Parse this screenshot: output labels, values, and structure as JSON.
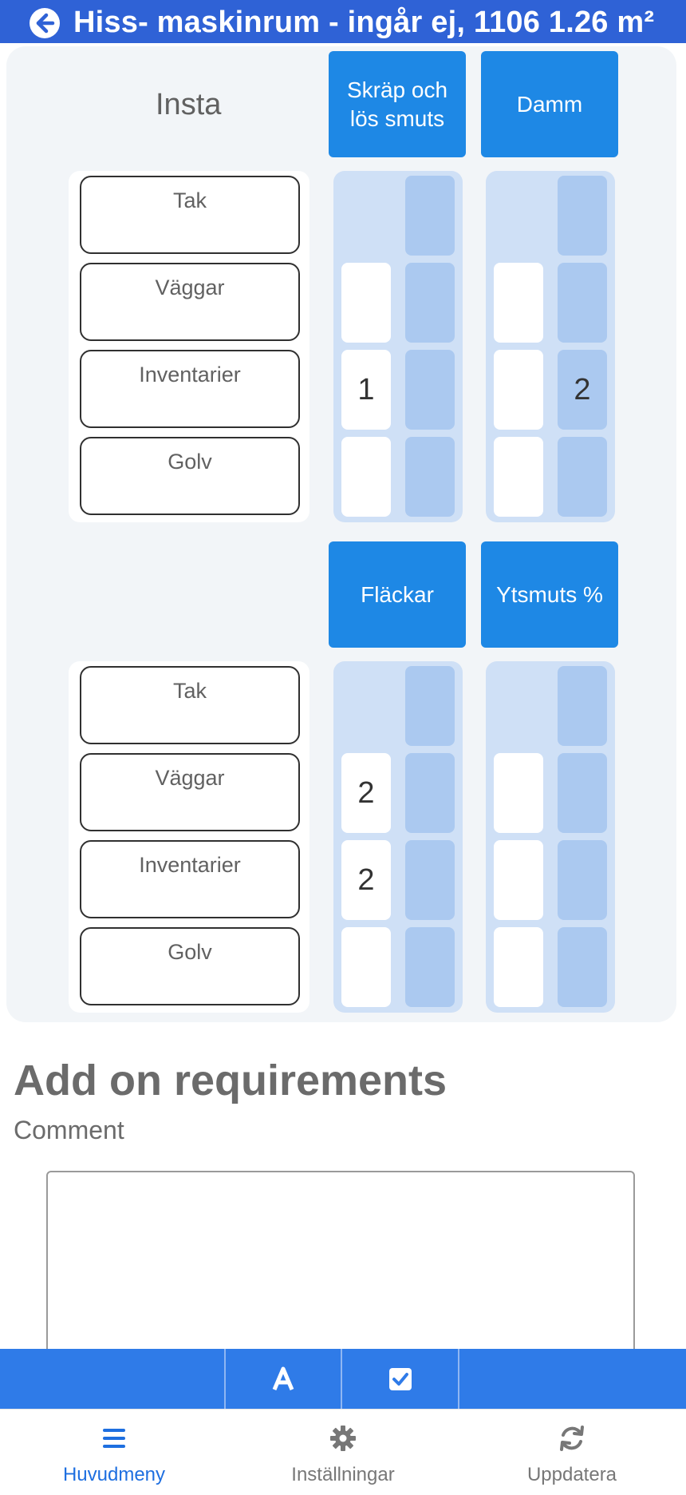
{
  "header": {
    "title": "Hiss- maskinrum - ingår ej, 1106  1.26 m²",
    "back_icon": "arrow-left-circle-icon"
  },
  "grid_sections": [
    {
      "row_header_label": "Insta",
      "columns": [
        {
          "label": "Skräp och lös smuts",
          "cells": [
            {
              "l": "",
              "r": ""
            },
            {
              "l": "",
              "r": ""
            },
            {
              "l": "1",
              "r": ""
            },
            {
              "l": "",
              "r": ""
            }
          ]
        },
        {
          "label": "Damm",
          "cells": [
            {
              "l": "",
              "r": ""
            },
            {
              "l": "",
              "r": ""
            },
            {
              "l": "",
              "r": "2"
            },
            {
              "l": "",
              "r": ""
            }
          ]
        }
      ],
      "rows": [
        "Tak",
        "Väggar",
        "Inventarier",
        "Golv"
      ]
    },
    {
      "row_header_label": "",
      "columns": [
        {
          "label": "Fläckar",
          "cells": [
            {
              "l": "",
              "r": ""
            },
            {
              "l": "2",
              "r": ""
            },
            {
              "l": "2",
              "r": ""
            },
            {
              "l": "",
              "r": ""
            }
          ]
        },
        {
          "label": "Ytsmuts %",
          "cells": [
            {
              "l": "",
              "r": ""
            },
            {
              "l": "",
              "r": ""
            },
            {
              "l": "",
              "r": ""
            },
            {
              "l": "",
              "r": ""
            }
          ]
        }
      ],
      "rows": [
        "Tak",
        "Väggar",
        "Inventarier",
        "Golv"
      ]
    }
  ],
  "requirements": {
    "title": "Add on requirements",
    "comment_label": "Comment",
    "comment_value": ""
  },
  "toolbar": {
    "icons": [
      "font-a-icon",
      "checkbox-icon"
    ]
  },
  "bottom_nav": [
    {
      "label": "Huvudmeny",
      "icon": "menu-lines-icon",
      "active": true
    },
    {
      "label": "Inställningar",
      "icon": "gear-icon",
      "active": false
    },
    {
      "label": "Uppdatera",
      "icon": "refresh-icon",
      "active": false
    }
  ],
  "colors": {
    "header": "#2f62d6",
    "column_header": "#1e88e5",
    "toolbar": "#2f7be8",
    "active_nav": "#1e6fe0"
  }
}
